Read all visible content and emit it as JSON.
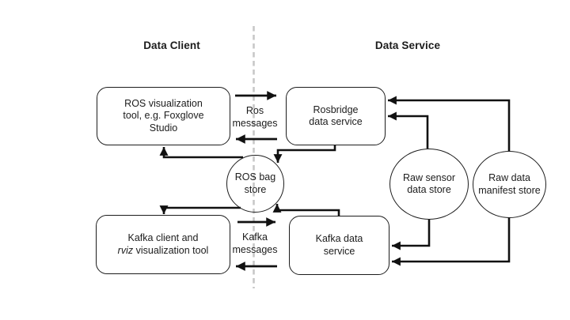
{
  "headers": {
    "left": "Data Client",
    "right": "Data Service"
  },
  "nodes": {
    "ros_viz_tool": {
      "lines": [
        "ROS visualization",
        "tool, e.g. Foxglove",
        "Studio"
      ]
    },
    "rosbridge": {
      "lines": [
        "Rosbridge",
        "data service"
      ]
    },
    "kafka_client": {
      "line1": "Kafka client and",
      "line2_italic": "rviz",
      "line2_rest": "visualization tool"
    },
    "kafka_service": {
      "lines": [
        "Kafka data",
        "service"
      ]
    },
    "ros_bag_store": {
      "lines": [
        "ROS bag",
        "store"
      ]
    },
    "raw_sensor_store": {
      "lines": [
        "Raw sensor",
        "data store"
      ]
    },
    "raw_manifest_store": {
      "lines": [
        "Raw data",
        "manifest store"
      ]
    }
  },
  "edge_labels": {
    "ros_messages": {
      "lines": [
        "Ros",
        "messages"
      ]
    },
    "kafka_messages": {
      "lines": [
        "Kafka",
        "messages"
      ]
    }
  },
  "edges": [
    {
      "from": "ros_viz_tool",
      "to": "rosbridge",
      "label": "Ros messages"
    },
    {
      "from": "rosbridge",
      "to": "ros_viz_tool",
      "label": "Ros messages"
    },
    {
      "from": "kafka_client",
      "to": "kafka_service",
      "label": "Kafka messages"
    },
    {
      "from": "kafka_service",
      "to": "kafka_client",
      "label": "Kafka messages"
    },
    {
      "from": "ros_bag_store",
      "to": "ros_viz_tool"
    },
    {
      "from": "ros_bag_store",
      "to": "kafka_client"
    },
    {
      "from": "rosbridge",
      "to": "ros_bag_store"
    },
    {
      "from": "kafka_service",
      "to": "ros_bag_store"
    },
    {
      "from": "raw_sensor_store",
      "to": "rosbridge"
    },
    {
      "from": "raw_manifest_store",
      "to": "rosbridge"
    },
    {
      "from": "raw_sensor_store",
      "to": "kafka_service"
    },
    {
      "from": "raw_manifest_store",
      "to": "kafka_service"
    }
  ],
  "colors": {
    "background": "#ffffff",
    "line": "#111111",
    "node_border": "#1c1c1c",
    "dashed_divider": "#c8c8c8"
  }
}
